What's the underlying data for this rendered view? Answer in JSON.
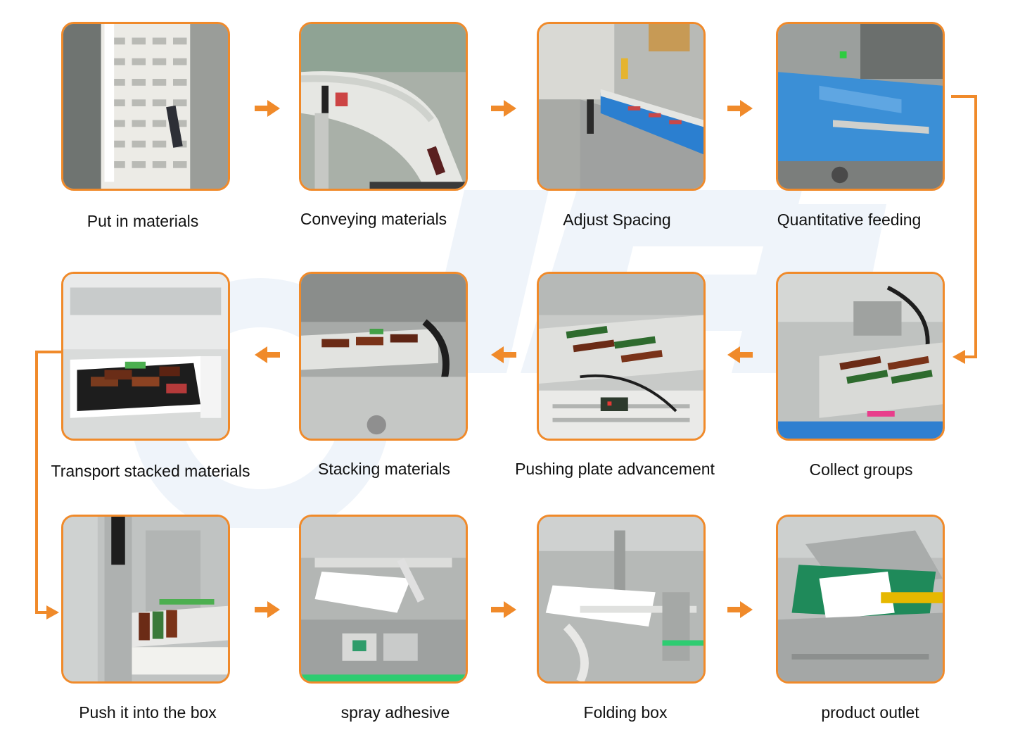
{
  "steps": [
    {
      "label": "Put in materials",
      "icon": "conveyor-chain-icon"
    },
    {
      "label": "Conveying materials",
      "icon": "curved-conveyor-icon"
    },
    {
      "label": "Adjust Spacing",
      "icon": "spacing-guide-icon"
    },
    {
      "label": "Quantitative feeding",
      "icon": "blue-belt-feeder-icon"
    },
    {
      "label": "Collect groups",
      "icon": "grouping-station-icon"
    },
    {
      "label": "Pushing plate advancement",
      "icon": "pushing-plate-icon"
    },
    {
      "label": "Stacking materials",
      "icon": "stacking-unit-icon"
    },
    {
      "label": "Transport stacked materials",
      "icon": "stack-tray-icon"
    },
    {
      "label": "Push it into the box",
      "icon": "box-pusher-icon"
    },
    {
      "label": "spray adhesive",
      "icon": "glue-sprayer-icon"
    },
    {
      "label": "Folding box",
      "icon": "box-folder-icon"
    },
    {
      "label": "product outlet",
      "icon": "product-outlet-icon"
    }
  ],
  "colors": {
    "accent": "#f08a2a",
    "text": "#111111",
    "watermark": "#2a6fc4"
  }
}
